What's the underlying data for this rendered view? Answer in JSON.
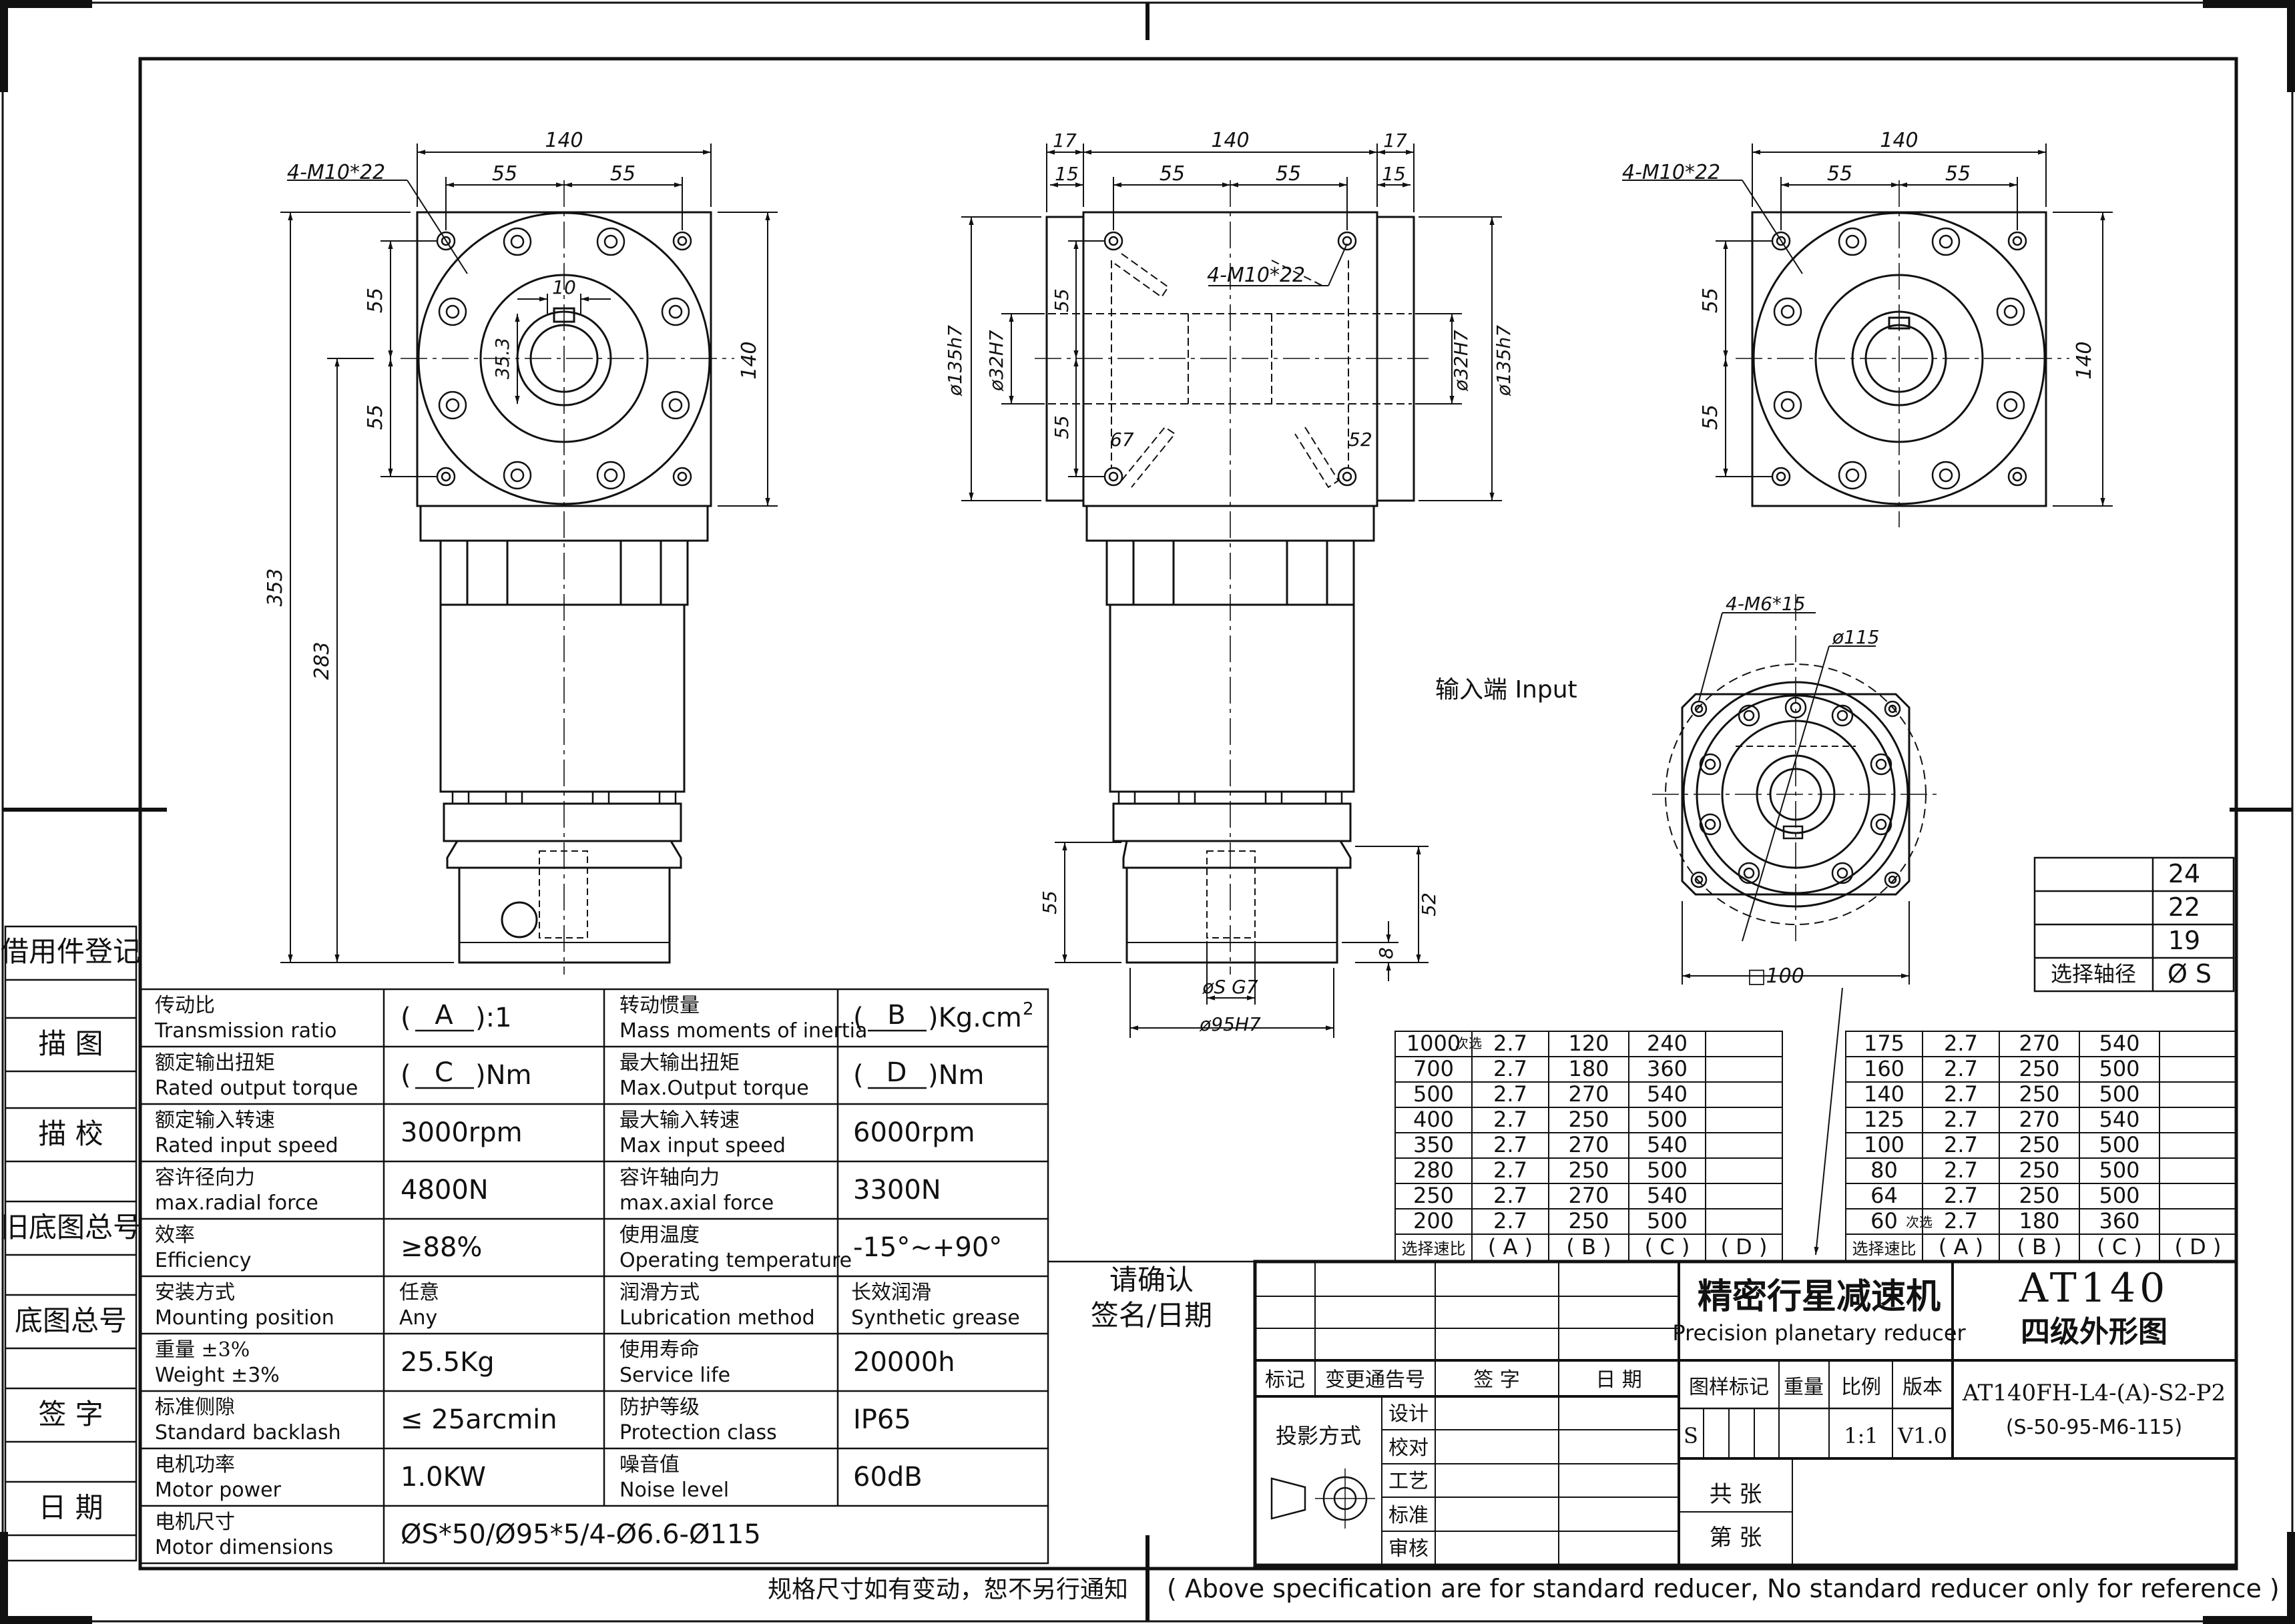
{
  "side_column": {
    "items": [
      "借用件登记",
      "描 图",
      "描 校",
      "旧底图总号",
      "底图总号",
      "签 字",
      "日 期"
    ]
  },
  "views": {
    "front": {
      "dim_top": "140",
      "dim_half_left": "55",
      "dim_half_right": "55",
      "thread_note": "4-M10*22",
      "dim_side_upper": "55",
      "dim_side_lower": "55",
      "dim_height": "140",
      "keyway": "10",
      "bore_dim": "35.3",
      "overall_height": "353",
      "axis_height": "283"
    },
    "middle": {
      "dim_left_flange": "17",
      "dim_center": "140",
      "dim_right_flange": "17",
      "dim_left_inner": "15",
      "dim_half_left": "55",
      "dim_half_right": "55",
      "dim_right_inner": "15",
      "thread_note": "4-M10*22",
      "pilot_left": "ø135h7",
      "shaft_left": "ø32H7",
      "shaft_right": "ø32H7",
      "pilot_right": "ø135h7",
      "dim_side_upper": "55",
      "dim_side_lower": "55",
      "depth_left": "67",
      "depth_right": "52",
      "bottom_height": "55",
      "bottom_right": "52",
      "bottom_small": "8",
      "motor_shaft": "øS G7",
      "motor_pilot": "ø95H7"
    },
    "right": {
      "dim_top": "140",
      "dim_half_left": "55",
      "dim_half_right": "55",
      "thread_note": "4-M10*22",
      "dim_side_upper": "55",
      "dim_side_lower": "55",
      "dim_height": "140"
    },
    "input": {
      "label": "输入端 Input",
      "thread_note": "4-M6*15",
      "pcd": "ø115",
      "square": "□100"
    }
  },
  "spec_table": {
    "rows": [
      {
        "l_cn": "传动比",
        "l_en": "Transmission ratio",
        "l_val_pre": "(",
        "l_val_code": "A",
        "l_val_post": "):1",
        "r_cn": "转动惯量",
        "r_en": "Mass moments of inertia",
        "r_val_pre": "(",
        "r_val_code": "B",
        "r_val_post": ")Kg.cm",
        "r_val_sup": "2"
      },
      {
        "l_cn": "额定输出扭矩",
        "l_en": "Rated output torque",
        "l_val_pre": "(",
        "l_val_code": "C",
        "l_val_post": ")Nm",
        "r_cn": "最大输出扭矩",
        "r_en": "Max.Output torque",
        "r_val_pre": "(",
        "r_val_code": "D",
        "r_val_post": ")Nm"
      },
      {
        "l_cn": "额定输入转速",
        "l_en": "Rated input speed",
        "l_val": "3000rpm",
        "r_cn": "最大输入转速",
        "r_en": "Max input speed",
        "r_val": "6000rpm"
      },
      {
        "l_cn": "容许径向力",
        "l_en": "max.radial force",
        "l_val": "4800N",
        "r_cn": "容许轴向力",
        "r_en": "max.axial force",
        "r_val": "3300N"
      },
      {
        "l_cn": "效率",
        "l_en": "Efficiency",
        "l_val": "≥88%",
        "r_cn": "使用温度",
        "r_en": "Operating temperature",
        "r_val": "-15°~+90°"
      },
      {
        "l_cn": "安装方式",
        "l_en": "Mounting position",
        "l_val_cn": "任意",
        "l_val_en": "Any",
        "r_cn": "润滑方式",
        "r_en": "Lubrication method",
        "r_val_cn": "长效润滑",
        "r_val_en": "Synthetic grease"
      },
      {
        "l_cn": "重量 ±3%",
        "l_en": "Weight ±3%",
        "l_val": "25.5Kg",
        "r_cn": "使用寿命",
        "r_en": "Service life",
        "r_val": "20000h"
      },
      {
        "l_cn": "标准侧隙",
        "l_en": "Standard backlash",
        "l_val": "≤ 25arcmin",
        "r_cn": "防护等级",
        "r_en": "Protection class",
        "r_val": "IP65"
      },
      {
        "l_cn": "电机功率",
        "l_en": "Motor power",
        "l_val": "1.0KW",
        "r_cn": "噪音值",
        "r_en": "Noise level",
        "r_val": "60dB"
      },
      {
        "l_cn": "电机尺寸",
        "l_en": "Motor dimensions",
        "wide_val": "ØS*50/Ø95*5/4-Ø6.6-Ø115"
      }
    ]
  },
  "confirm": {
    "line1": "请确认",
    "line2": "签名/日期"
  },
  "shaft_table": {
    "values": [
      "24",
      "22",
      "19"
    ],
    "label": "选择轴径",
    "symbol": "Ø S"
  },
  "ratio_table_left": {
    "rows": [
      [
        "1000",
        "2.7",
        "120",
        "240"
      ],
      [
        "700",
        "2.7",
        "180",
        "360"
      ],
      [
        "500",
        "2.7",
        "270",
        "540"
      ],
      [
        "400",
        "2.7",
        "250",
        "500"
      ],
      [
        "350",
        "2.7",
        "270",
        "540"
      ],
      [
        "280",
        "2.7",
        "250",
        "500"
      ],
      [
        "250",
        "2.7",
        "270",
        "540"
      ],
      [
        "200",
        "2.7",
        "250",
        "500"
      ]
    ],
    "first_note": "次选",
    "footer": [
      "选择速比",
      "( A )",
      "( B )",
      "( C )",
      "( D )"
    ]
  },
  "ratio_table_right": {
    "rows": [
      [
        "175",
        "2.7",
        "270",
        "540"
      ],
      [
        "160",
        "2.7",
        "250",
        "500"
      ],
      [
        "140",
        "2.7",
        "250",
        "500"
      ],
      [
        "125",
        "2.7",
        "270",
        "540"
      ],
      [
        "100",
        "2.7",
        "250",
        "500"
      ],
      [
        "80",
        "2.7",
        "250",
        "500"
      ],
      [
        "64",
        "2.7",
        "250",
        "500"
      ],
      [
        "60",
        "2.7",
        "180",
        "360"
      ]
    ],
    "last_note": "次选",
    "footer": [
      "选择速比",
      "( A )",
      "( B )",
      "( C )",
      "( D )"
    ]
  },
  "title_block": {
    "title_cn": "精密行星减速机",
    "title_en": "Precision planetary reducer",
    "model": "AT140",
    "subtitle": "四级外形图",
    "rev_headers": [
      "标记",
      "变更通告号",
      "签 字",
      "日 期"
    ],
    "approvals": [
      "设计",
      "校对",
      "工艺",
      "标准",
      "审核"
    ],
    "projection": "投影方式",
    "headers": [
      "图样标记",
      "重量",
      "比例",
      "版本"
    ],
    "mark": "S",
    "scale": "1:1",
    "version": "V1.0",
    "code": "AT140FH-L4-(A)-S2-P2",
    "code2": "(S-50-95-M6-115)",
    "sheets_total": "共 张",
    "sheet_no": "第 张"
  },
  "footer": {
    "cn": "规格尺寸如有变动，恕不另行通知",
    "en": "( Above specification are for standard reducer, No standard reducer only for reference )"
  }
}
